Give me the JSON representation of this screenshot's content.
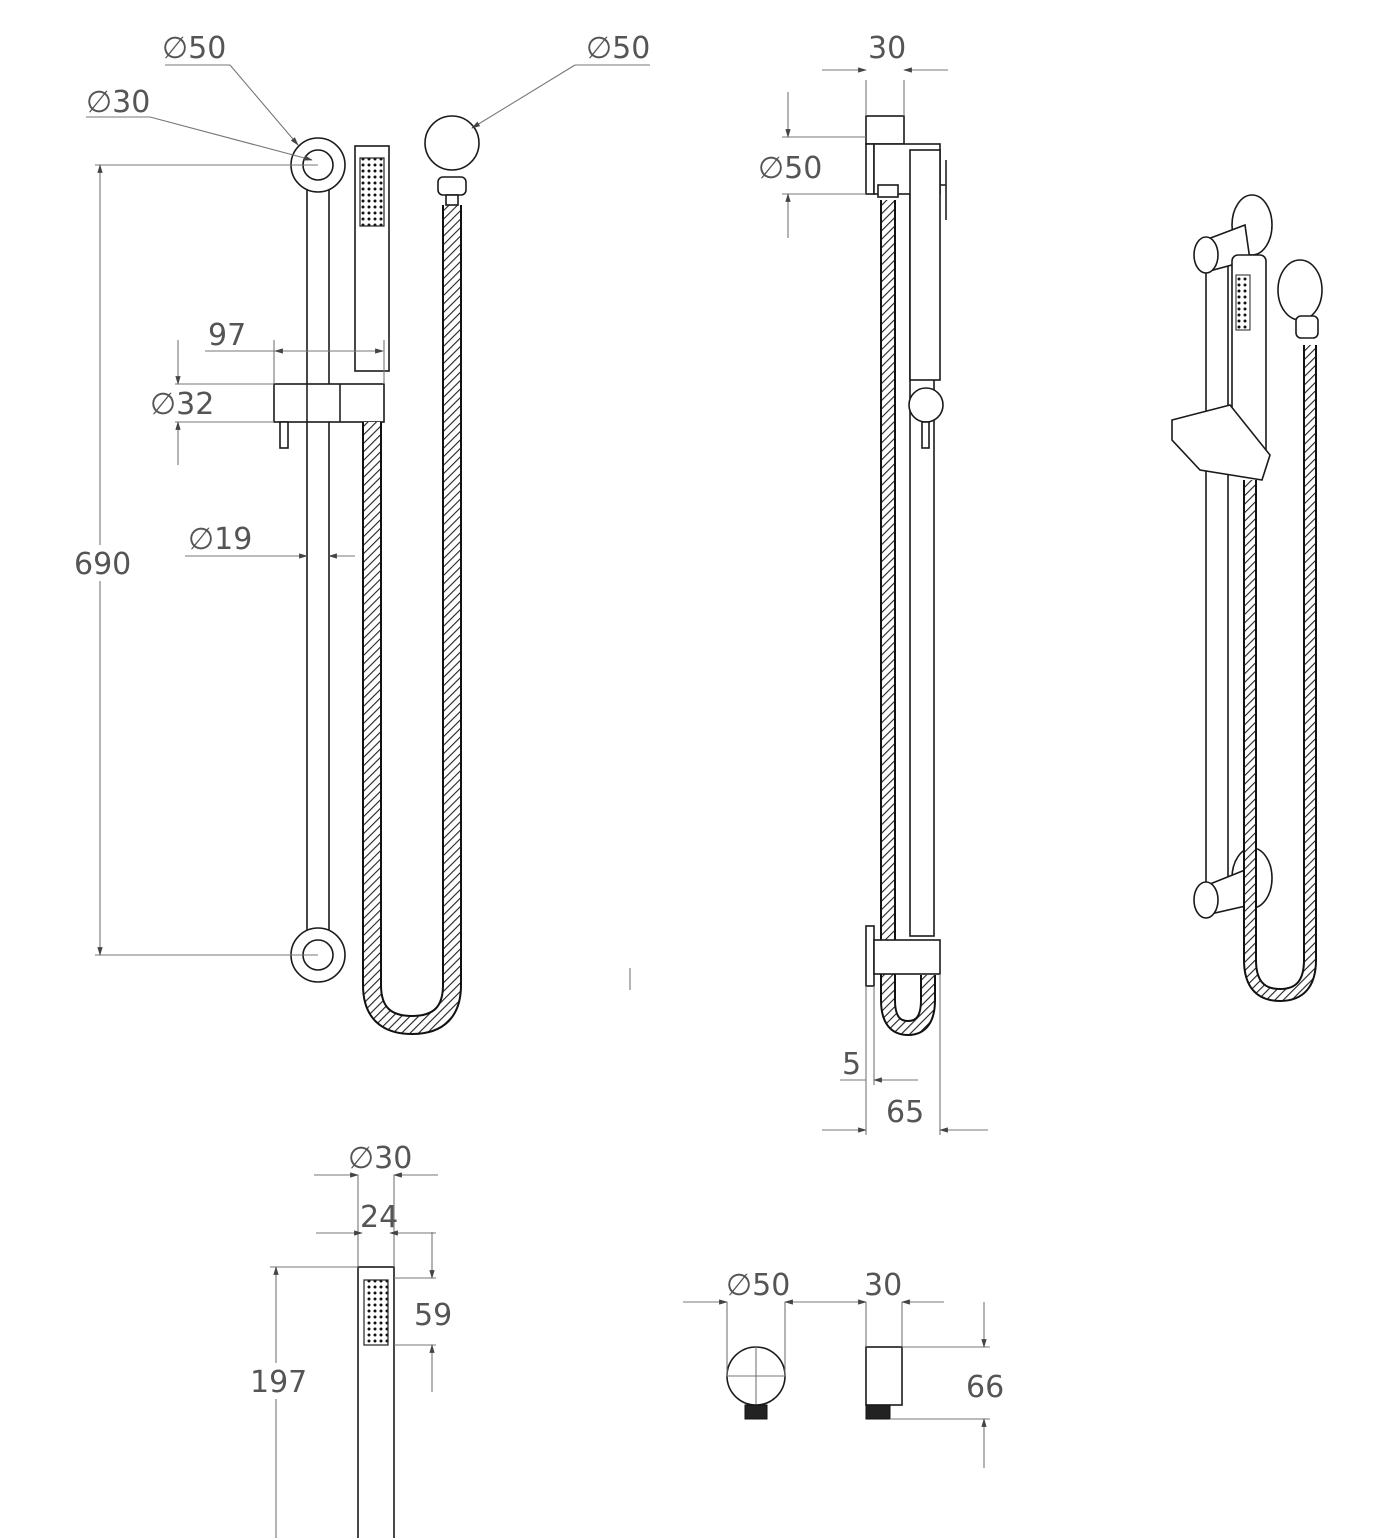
{
  "dimensions": {
    "front_view": {
      "wall_flange_dia": "∅50",
      "bar_end_dia": "∅30",
      "outlet_dia": "∅50",
      "slider_width": "97",
      "slider_dia": "∅32",
      "rail_dia": "∅19",
      "rail_length": "690"
    },
    "side_view": {
      "depth": "30",
      "flange_dia": "∅50",
      "gap": "5",
      "projection": "65"
    },
    "handset_detail": {
      "handset_dia": "∅30",
      "handset_width": "24",
      "spray_face_length": "59",
      "handset_length": "197"
    },
    "wall_outlet_detail": {
      "outlet_dia": "∅50",
      "outlet_depth": "30",
      "outlet_height": "66"
    }
  }
}
